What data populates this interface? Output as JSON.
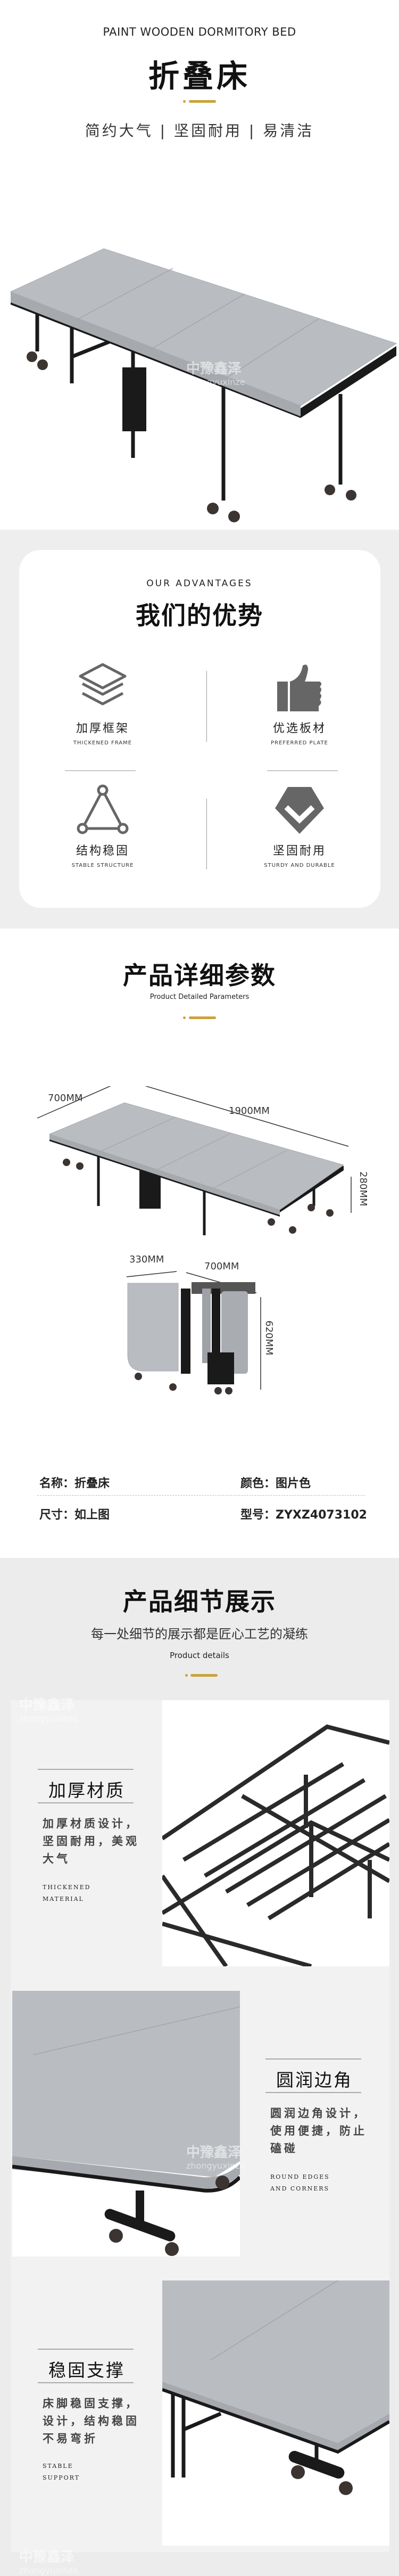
{
  "hero": {
    "subtitle_en": "PAINT WOODEN DORMITORY BED",
    "title": "折叠床",
    "tagline": "简约大气 | 坚固耐用 | 易清洁"
  },
  "advantages": {
    "label_en": "OUR ADVANTAGES",
    "title": "我们的优势",
    "items": [
      {
        "cn": "加厚框架",
        "en": "THICKENED FRAME",
        "icon": "layers-icon"
      },
      {
        "cn": "优选板材",
        "en": "PREFERRED PLATE",
        "icon": "thumbs-up-icon"
      },
      {
        "cn": "结构稳固",
        "en": "STABLE STRUCTURE",
        "icon": "triangle-nodes-icon"
      },
      {
        "cn": "坚固耐用",
        "en": "STURDY AND DURABLE",
        "icon": "shield-check-icon"
      }
    ]
  },
  "params": {
    "title": "产品详细参数",
    "subtitle_en": "Product Detailed Parameters",
    "dimensions": {
      "width": "700MM",
      "length": "1900MM",
      "height": "280MM",
      "folded_depth": "330MM",
      "folded_width": "700MM",
      "folded_height": "620MM"
    },
    "specs": [
      {
        "label": "名称：",
        "value": "折叠床"
      },
      {
        "label": "颜色：",
        "value": "图片色"
      },
      {
        "label": "尺寸：",
        "value": "如上图"
      },
      {
        "label": "型号：",
        "value": "ZYXZ4073102"
      }
    ]
  },
  "details": {
    "title": "产品细节展示",
    "subtitle": "每一处细节的展示都是匠心工艺的凝练",
    "subtitle_en": "Product details",
    "items": [
      {
        "title": "加厚材质",
        "body": [
          "加厚材质设计，",
          "坚固耐用，美观",
          "大气"
        ],
        "en": [
          "THICKENED",
          "MATERIAL"
        ]
      },
      {
        "title": "圆润边角",
        "body": [
          "圆润边角设计，",
          "使用便捷，防止",
          "磕碰"
        ],
        "en": [
          "ROUND EDGES",
          "AND CORNERS"
        ]
      },
      {
        "title": "稳固支撑",
        "body": [
          "床脚稳固支撑，",
          "设计，结构稳固",
          "不易弯折"
        ],
        "en": [
          "STABLE",
          "SUPPORT"
        ]
      }
    ]
  },
  "watermark": {
    "cn": "中豫鑫泽",
    "en": "zhongyuxinze"
  },
  "colors": {
    "accent_gold": "#c9a23a",
    "section_gray": "#eeeeee",
    "icon_gray": "#666666",
    "mattress": "#b9bcc1",
    "frame": "#222222"
  }
}
